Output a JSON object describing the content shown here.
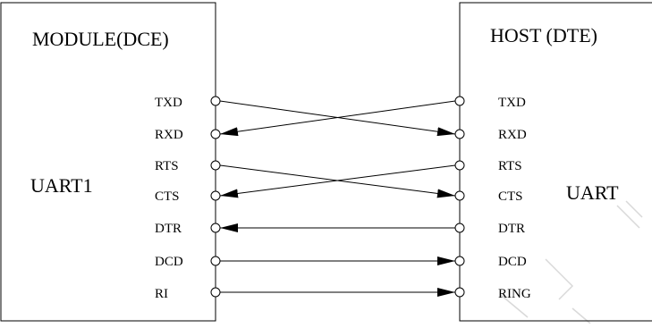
{
  "module": {
    "title": "MODULE(DCE)",
    "uart_label": "UART1",
    "pins": [
      "TXD",
      "RXD",
      "RTS",
      "CTS",
      "DTR",
      "DCD",
      "RI"
    ]
  },
  "host": {
    "title": "HOST (DTE)",
    "uart_label": "UART",
    "pins": [
      "TXD",
      "RXD",
      "RTS",
      "CTS",
      "DTR",
      "DCD",
      "RING"
    ]
  },
  "connections": [
    {
      "from": "module.TXD",
      "to": "host.RXD",
      "arrow_at": "host"
    },
    {
      "from": "host.TXD",
      "to": "module.RXD",
      "arrow_at": "module"
    },
    {
      "from": "module.RTS",
      "to": "host.CTS",
      "arrow_at": "host"
    },
    {
      "from": "host.RTS",
      "to": "module.CTS",
      "arrow_at": "module"
    },
    {
      "from": "host.DTR",
      "to": "module.DTR",
      "arrow_at": "module"
    },
    {
      "from": "module.DCD",
      "to": "host.DCD",
      "arrow_at": "host"
    },
    {
      "from": "module.RI",
      "to": "host.RING",
      "arrow_at": "host"
    }
  ],
  "colors": {
    "line": "#000000",
    "watermark": "#d9d9d9"
  }
}
